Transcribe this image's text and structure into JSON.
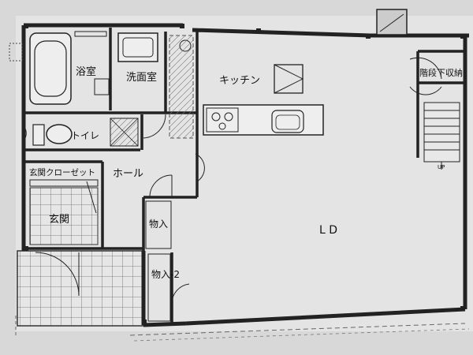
{
  "floorplan": {
    "rooms": {
      "bath": "浴室",
      "washroom": "洗面室",
      "kitchen": "キッチン",
      "stair_storage": "階段下収納",
      "toilet": "トイレ",
      "hall": "ホール",
      "entrance_closet": "玄関クローゼット",
      "entrance": "玄関",
      "storage1": "物入",
      "storage2": "物入-2",
      "ld": "L D"
    },
    "up_label": "UP"
  }
}
